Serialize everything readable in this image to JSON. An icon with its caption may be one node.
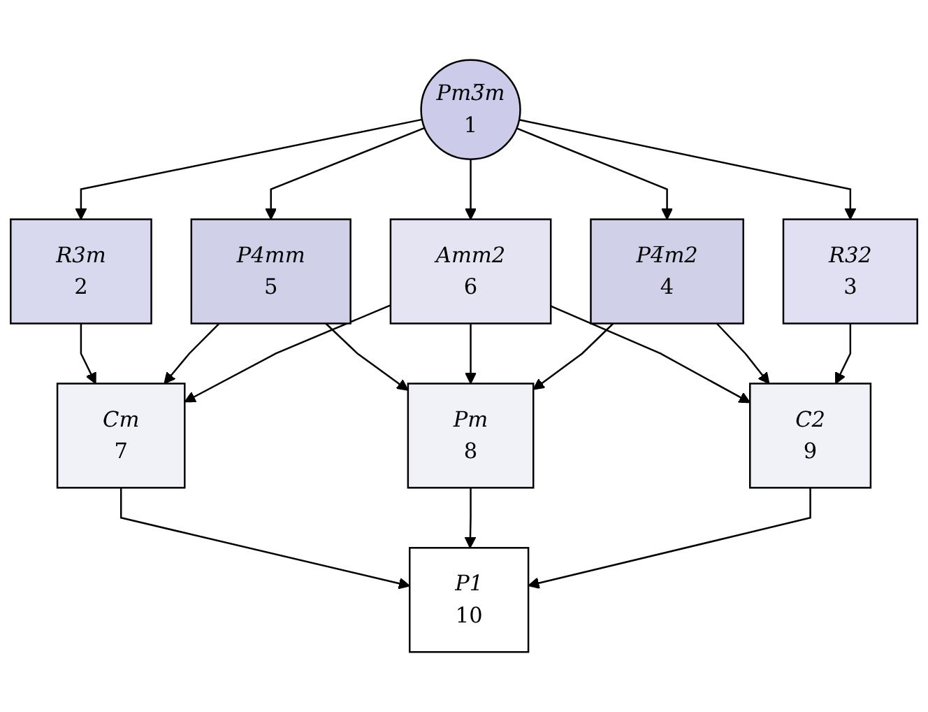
{
  "diagram": {
    "nodes": [
      {
        "text": [
          "Pm3̅m",
          "1"
        ]
      },
      {
        "text": [
          "R3m",
          "2"
        ]
      },
      {
        "text": [
          "P4mm",
          "5"
        ]
      },
      {
        "text": [
          "Amm2",
          "6"
        ]
      },
      {
        "text": [
          "P4̅m2",
          "4"
        ]
      },
      {
        "text": [
          "R32",
          "3"
        ]
      },
      {
        "text": [
          "Cm",
          "7"
        ]
      },
      {
        "text": [
          "Pm",
          "8"
        ]
      },
      {
        "text": [
          "C2",
          "9"
        ]
      },
      {
        "text": [
          "P1",
          "10"
        ]
      }
    ],
    "edges": [
      {
        "from": 0,
        "to": 1,
        "arrow": "to"
      },
      {
        "from": 0,
        "to": 2,
        "arrow": "to"
      },
      {
        "from": 0,
        "to": 3,
        "arrow": "to"
      },
      {
        "from": 0,
        "to": 4,
        "arrow": "to"
      },
      {
        "from": 0,
        "to": 5,
        "arrow": "to"
      },
      {
        "from": 1,
        "to": 6,
        "arrow": "to"
      },
      {
        "from": 2,
        "to": 6,
        "arrow": "to"
      },
      {
        "from": 2,
        "to": 7,
        "arrow": "to"
      },
      {
        "from": 3,
        "to": 6,
        "arrow": "to"
      },
      {
        "from": 3,
        "to": 7,
        "arrow": "to"
      },
      {
        "from": 3,
        "to": 8,
        "arrow": "to"
      },
      {
        "from": 4,
        "to": 7,
        "arrow": "to"
      },
      {
        "from": 4,
        "to": 8,
        "arrow": "to"
      },
      {
        "from": 5,
        "to": 8,
        "arrow": "to"
      },
      {
        "from": 6,
        "to": 9,
        "arrow": "to"
      },
      {
        "from": 7,
        "to": 9,
        "arrow": "to"
      },
      {
        "from": 8,
        "to": 9,
        "arrow": "to"
      }
    ]
  }
}
